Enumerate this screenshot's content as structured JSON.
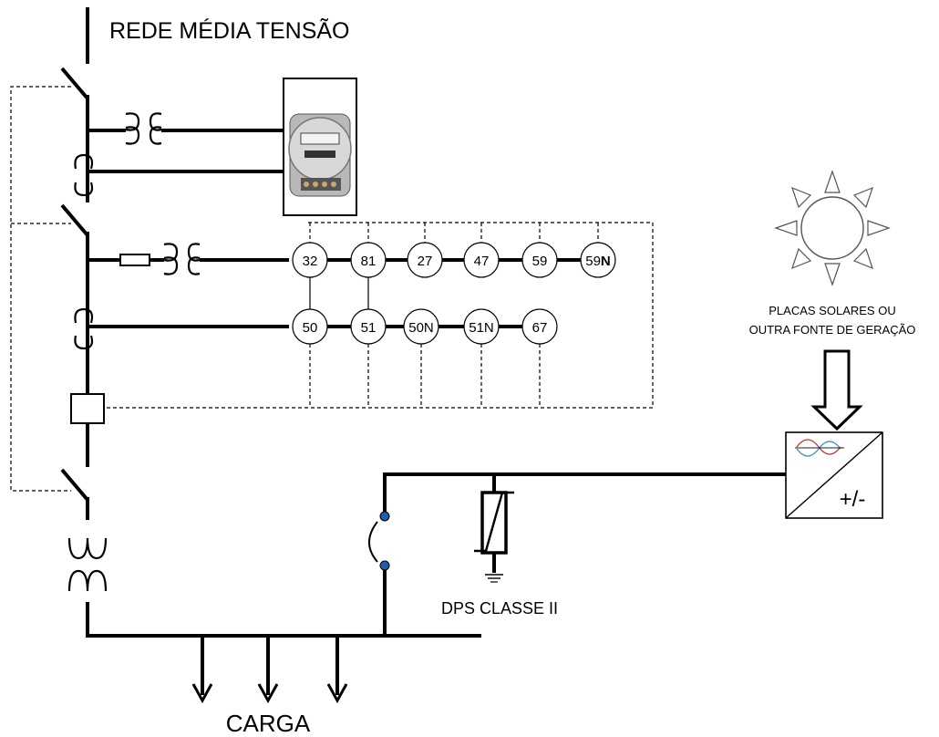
{
  "labels": {
    "network": "REDE MÉDIA TENSÃO",
    "solar_line1": "PLACAS SOLARES OU",
    "solar_line2": "OUTRA FONTE DE GERAÇÃO",
    "inverter_sign": "+/-",
    "dps": "DPS CLASSE II",
    "load": "CARGA"
  },
  "relays": {
    "row1": [
      {
        "num": "32",
        "suffix": ""
      },
      {
        "num": "81",
        "suffix": ""
      },
      {
        "num": "27",
        "suffix": ""
      },
      {
        "num": "47",
        "suffix": ""
      },
      {
        "num": "59",
        "suffix": ""
      },
      {
        "num": "59",
        "suffix": "N"
      }
    ],
    "row2": [
      {
        "num": "50",
        "suffix": ""
      },
      {
        "num": "51",
        "suffix": ""
      },
      {
        "num": "50N",
        "suffix": ""
      },
      {
        "num": "51N",
        "suffix": ""
      },
      {
        "num": "67",
        "suffix": ""
      }
    ]
  },
  "icons": {
    "meter": "energy-meter-icon",
    "sun": "sun-icon",
    "inverter": "inverter-icon",
    "surge_protector": "surge-protector-icon"
  }
}
